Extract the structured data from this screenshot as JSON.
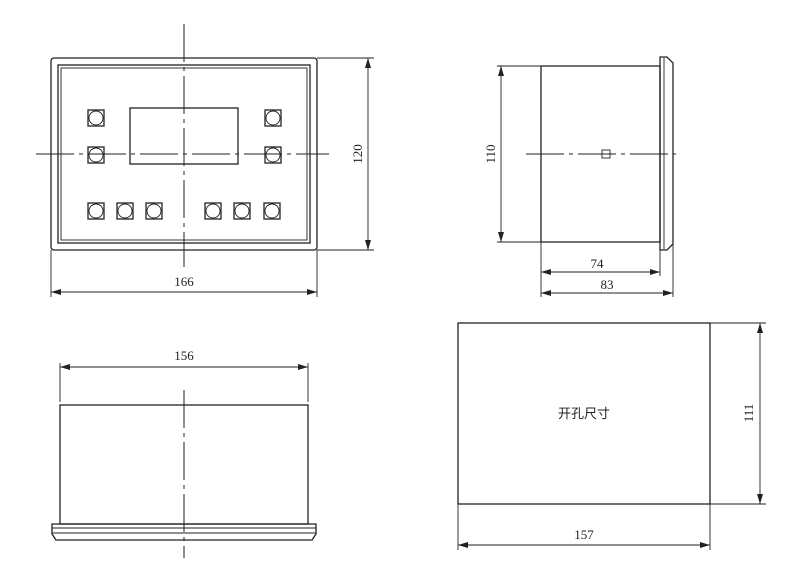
{
  "front_view": {
    "width_label": "166",
    "height_label": "120"
  },
  "side_view": {
    "height_label": "110",
    "depth_body_label": "74",
    "depth_total_label": "83"
  },
  "bottom_view": {
    "width_label": "156"
  },
  "cutout_view": {
    "title": "开孔尺寸",
    "width_label": "157",
    "height_label": "111"
  },
  "colors": {
    "line": "#222222",
    "background": "#ffffff"
  }
}
